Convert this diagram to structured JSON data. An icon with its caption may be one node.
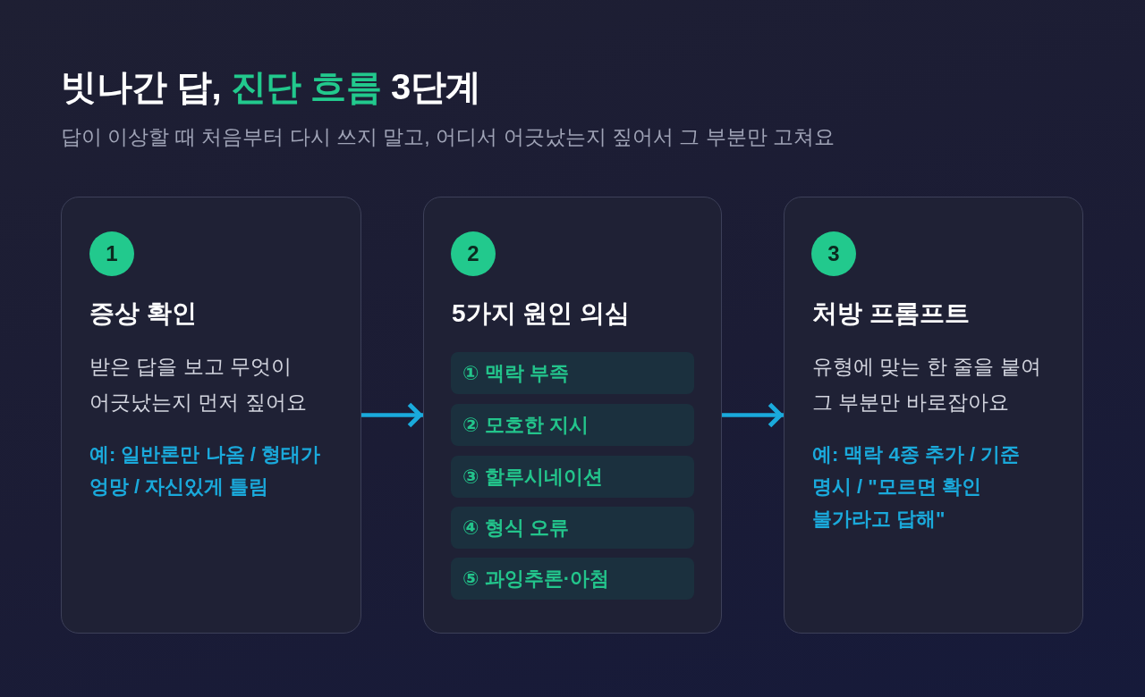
{
  "diagram": {
    "title": "빗나간 답, **진단 흐름** 3단계",
    "nodes": [
      {
        "text": [
          "증상 확인",
          "받은 답을 보고 무엇이 어긋났는지 먼저 짚어요",
          "예: 일반론만 나옴 / 형태가 엉망 / 자신있게 틀림"
        ]
      },
      {
        "text": [
          "1"
        ],
        "in": 0
      },
      {
        "text": [
          "5가지 원인 의심"
        ]
      },
      {
        "text": [
          "2"
        ],
        "in": 2
      },
      {
        "text": [
          "① 맥락 부족"
        ],
        "in": 2
      },
      {
        "text": [
          "② 모호한 지시"
        ],
        "in": 2
      },
      {
        "text": [
          "③ 할루시네이션"
        ],
        "in": 2
      },
      {
        "text": [
          "④ 형식 오류"
        ],
        "in": 2
      },
      {
        "text": [
          "⑤ 과잉추론·아첨"
        ],
        "in": 2
      },
      {
        "text": [
          "처방 프롬프트",
          "유형에 맞는 한 줄을 붙여 그 부분만 바로잡아요",
          "예: 맥락 4종 추가 / 기준 명시 / \"모르면 확인 불가라고 답해\""
        ]
      },
      {
        "text": [
          "3"
        ],
        "in": 9
      }
    ],
    "edges": [
      {
        "from": 0,
        "to": 2,
        "arrow": "to"
      },
      {
        "from": 2,
        "to": 9,
        "arrow": "to"
      }
    ],
    "labels": [
      "답이 이상할 때 처음부터 다시 쓰지 말고, 어디서 어긋났는지 짚어서 그 부분만 고쳐요"
    ]
  }
}
